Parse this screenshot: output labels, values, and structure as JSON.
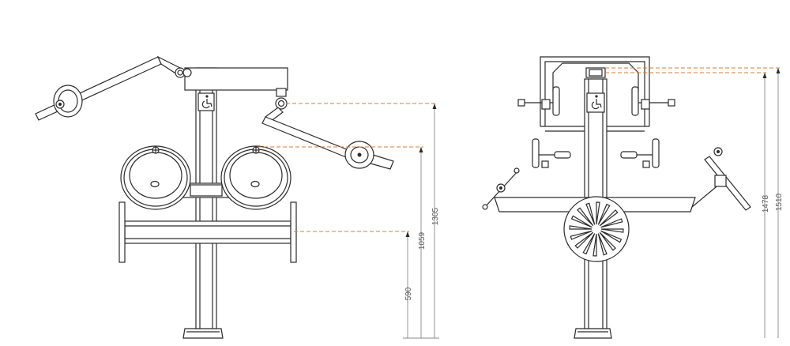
{
  "dimensions": {
    "front": {
      "d590": "590",
      "d1059": "1059",
      "d1305": "1305"
    },
    "side": {
      "d1478": "1478",
      "d1510": "1510"
    }
  },
  "colors": {
    "line": "#2b2b2b",
    "dimension_line": "#8a8a8a",
    "leader": "#e07b2c",
    "dimension_text": "#555555"
  },
  "icons": {
    "accessibility": "wheelchair-icon"
  }
}
